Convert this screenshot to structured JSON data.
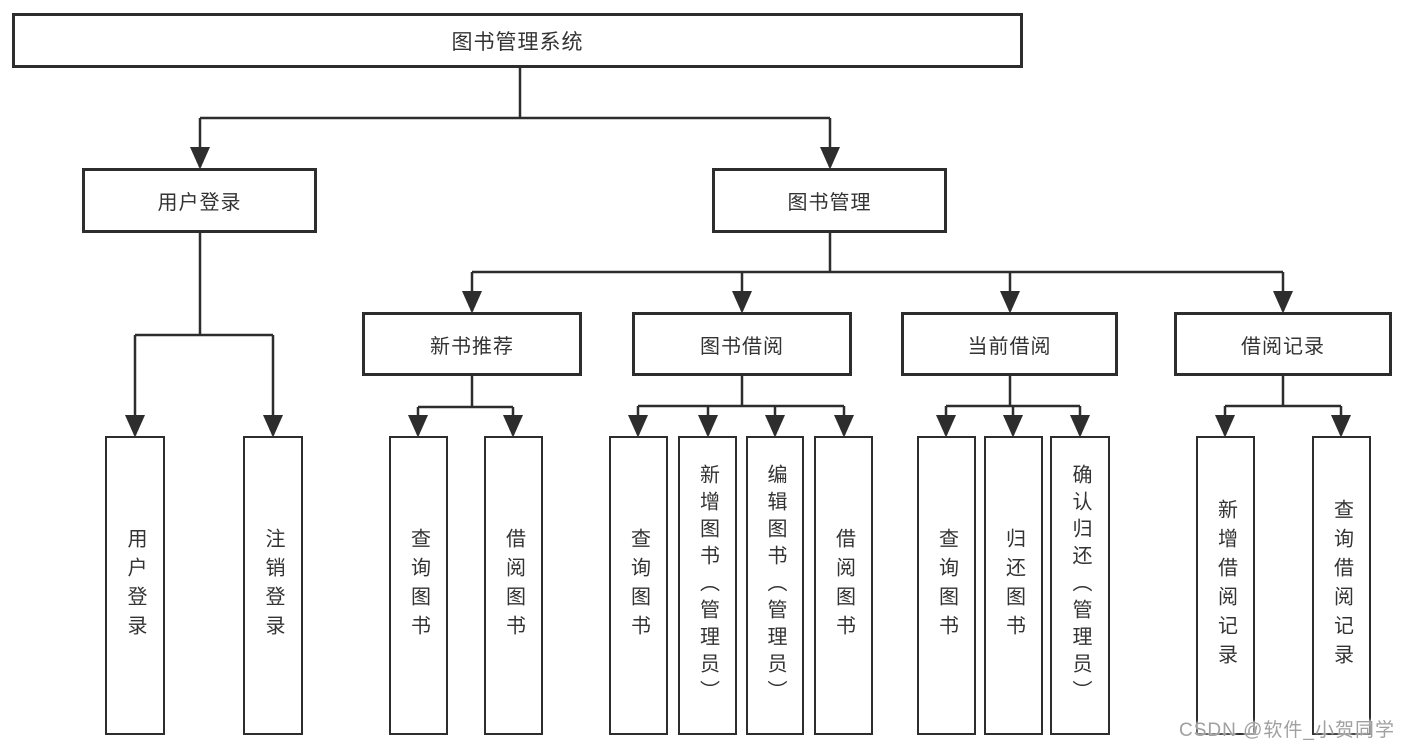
{
  "diagram": {
    "root": {
      "label": "图书管理系统"
    },
    "level2": [
      {
        "label": "用户登录",
        "leaves": [
          {
            "label": "用户登录"
          },
          {
            "label": "注销登录"
          }
        ]
      },
      {
        "label": "图书管理",
        "children": [
          {
            "label": "新书推荐",
            "leaves": [
              {
                "label": "查询图书"
              },
              {
                "label": "借阅图书"
              }
            ]
          },
          {
            "label": "图书借阅",
            "leaves": [
              {
                "label": "查询图书"
              },
              {
                "label": "新增图书（管理员）"
              },
              {
                "label": "编辑图书（管理员）"
              },
              {
                "label": "借阅图书"
              }
            ]
          },
          {
            "label": "当前借阅",
            "leaves": [
              {
                "label": "查询图书"
              },
              {
                "label": "归还图书"
              },
              {
                "label": "确认归还（管理员）"
              }
            ]
          },
          {
            "label": "借阅记录",
            "leaves": [
              {
                "label": "新增借阅记录"
              },
              {
                "label": "查询借阅记录"
              }
            ]
          }
        ]
      }
    ]
  },
  "watermark": {
    "text": "CSDN @软件_小贺同学"
  },
  "colors": {
    "line": "#2d2d2d",
    "border": "#2d2d2d",
    "text": "#333333",
    "background": "#ffffff",
    "watermark": "#a0a0a0"
  }
}
